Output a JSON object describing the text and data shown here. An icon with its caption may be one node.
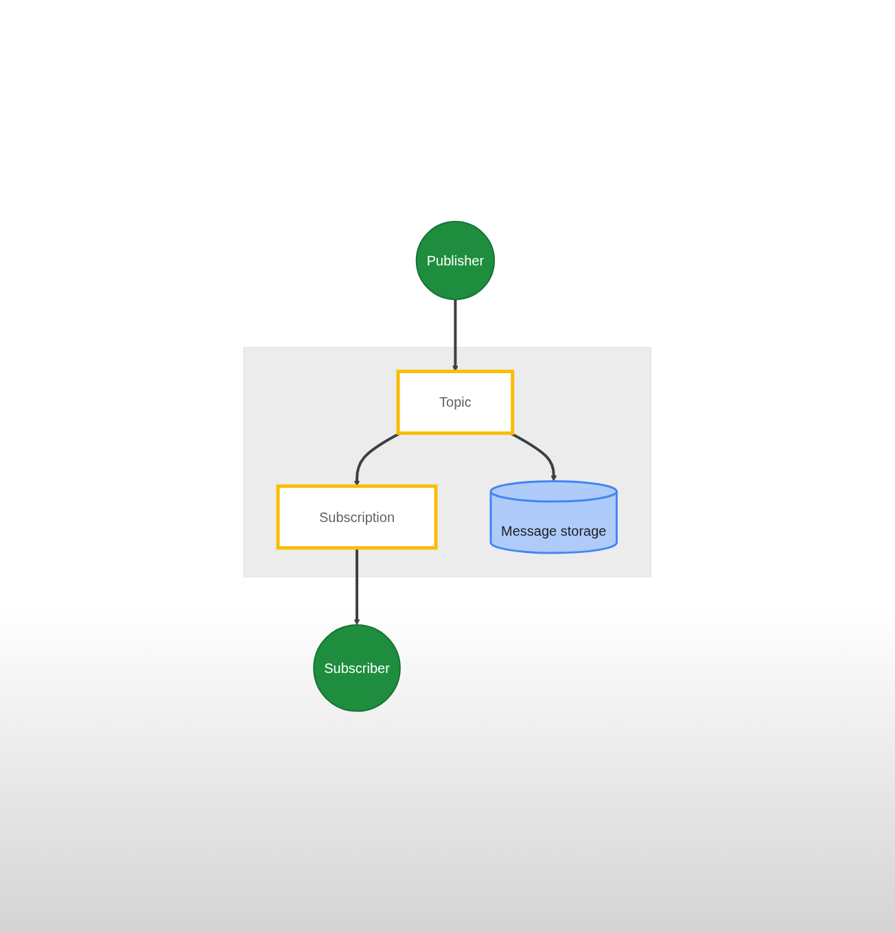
{
  "diagram": {
    "nodes": [
      {
        "text": [
          "Publisher"
        ]
      },
      {
        "text": [],
        "shape": "box"
      },
      {
        "text": [
          "Topic"
        ],
        "in": 1
      },
      {
        "text": [
          "Subscription"
        ],
        "in": 1
      },
      {
        "text": [
          "Message storage"
        ],
        "in": 1
      },
      {
        "text": [
          "Subscriber"
        ]
      }
    ],
    "edges": [
      {
        "from": 0,
        "to": 2,
        "arrow": "to"
      },
      {
        "from": 2,
        "to": 4,
        "arrow": "to"
      },
      {
        "from": 2,
        "to": 3,
        "arrow": "to"
      },
      {
        "from": 3,
        "to": 5,
        "arrow": "to"
      }
    ]
  }
}
